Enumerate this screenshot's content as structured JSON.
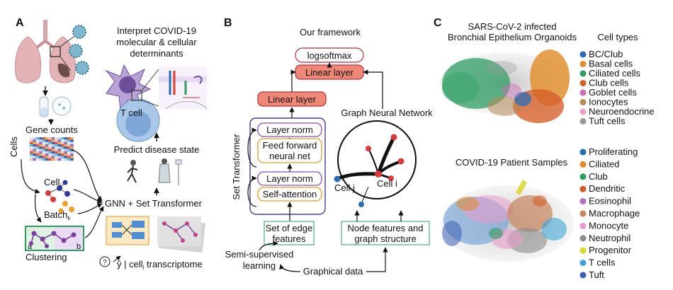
{
  "panelA": {
    "label": "A",
    "interpret_line1": "Interpret COVID-19",
    "interpret_line2": "molecular & cellular",
    "interpret_line3": "determinants",
    "tcell": "T cell",
    "gene_counts": "Gene counts",
    "cells": "Cells",
    "cell": "Cell",
    "cell_sub": "i",
    "batch": "Batch",
    "batch_sub": "k",
    "clustering": "Clustering",
    "a": "a",
    "b": "b",
    "predict": "Predict disease state",
    "gnn": "GNN + Set Transformer",
    "q": "?",
    "yhat": "ŷ | cell",
    "yhat_sub": "i",
    "yhat_tail": " transcriptome"
  },
  "panelB": {
    "label": "B",
    "framework": "Our framework",
    "logsoftmax": "logsoftmax",
    "linear_top": "Linear layer",
    "linear_mid": "Linear layer",
    "gnn_title": "Graph Neural Network",
    "set_transformer": "Set Transformer",
    "layer_norm_1": "Layer norm",
    "ffn_line1": "Feed forward",
    "ffn_line2": "neural net",
    "layer_norm_2": "Layer norm",
    "self_attention": "Self-attention",
    "cell_j": "Cell j",
    "cell_i": "Cell i",
    "edge_line1": "Set of edge",
    "edge_line2": "features",
    "node_line1": "Node features and",
    "node_line2": "graph structure",
    "semi_line1": "Semi-supervised",
    "semi_line2": "learning",
    "graphical": "Graphical data"
  },
  "panelC": {
    "label": "C",
    "title_line1": "SARS-CoV-2 infected",
    "title_line2": "Bronchial Epithelium Organoids",
    "legend_title": "Cell types",
    "legend1": [
      {
        "label": "BC/Club",
        "color": "#2a6db5"
      },
      {
        "label": "Basal cells",
        "color": "#e0912f"
      },
      {
        "label": "Ciliated cells",
        "color": "#2e9d63"
      },
      {
        "label": "Club cells",
        "color": "#d6602a"
      },
      {
        "label": "Goblet cells",
        "color": "#cf6fb8"
      },
      {
        "label": "Ionocytes",
        "color": "#b58b5a"
      },
      {
        "label": "Neuroendocrine",
        "color": "#f0a0c8"
      },
      {
        "label": "Tuft cells",
        "color": "#9a9a9a"
      }
    ],
    "title2": "COVID-19 Patient Samples",
    "legend2": [
      {
        "label": "Proliferating",
        "color": "#1f6fb0"
      },
      {
        "label": "Ciliated",
        "color": "#e08a2a"
      },
      {
        "label": "Club",
        "color": "#2e9d63"
      },
      {
        "label": "Dendritic",
        "color": "#cf5b24"
      },
      {
        "label": "Eosinophil",
        "color": "#b36fc0"
      },
      {
        "label": "Macrophage",
        "color": "#c8845c"
      },
      {
        "label": "Monocyte",
        "color": "#e99ccc"
      },
      {
        "label": "Neutrophil",
        "color": "#8c8c8c"
      },
      {
        "label": "Progenitor",
        "color": "#d9d62c"
      },
      {
        "label": "T cells",
        "color": "#3fa7d6"
      },
      {
        "label": "Tuft",
        "color": "#3c5fb0"
      }
    ]
  }
}
